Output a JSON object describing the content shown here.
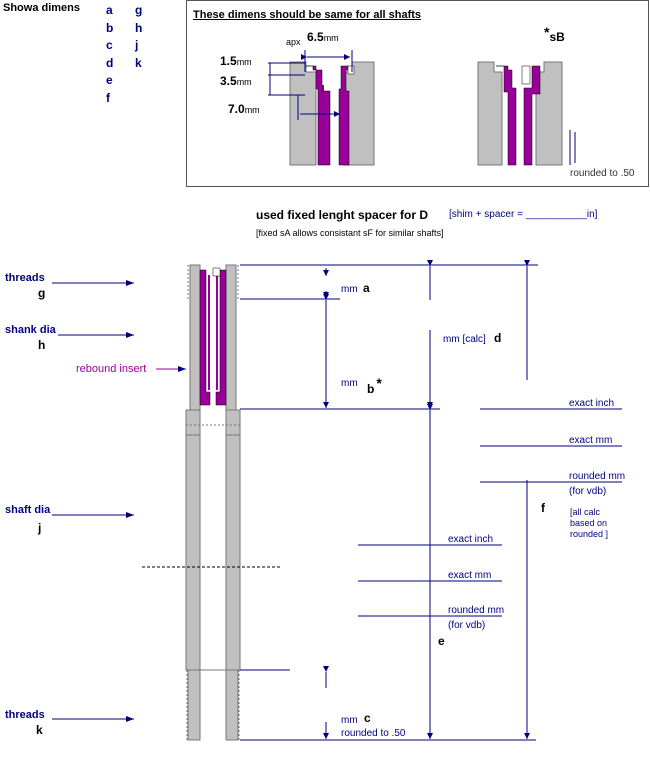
{
  "legend": {
    "title": "Showa  dimens",
    "col1": [
      "a",
      "b",
      "c",
      "d",
      "e",
      "f"
    ],
    "col2": [
      "g",
      "h",
      "j",
      "k"
    ]
  },
  "inset": {
    "heading": "These dimens should be same for all shafts",
    "apx_label": "apx",
    "dim_65": "6.5",
    "dim_15": "1.5",
    "dim_35": "3.5",
    "dim_70": "7.0",
    "unit_mm": "mm",
    "sB_star": "*",
    "sB_label": "sB",
    "rounded_note": "rounded to .50"
  },
  "main": {
    "spacer_title": "used fixed lenght spacer for D",
    "spacer_formula": "[shim + spacer = ___________in]",
    "spacer_note": "[fixed sA allows consistant sF for similar shafts]",
    "left_labels": [
      {
        "name": "threads",
        "letter": "g"
      },
      {
        "name": "shank dia",
        "letter": "h"
      },
      {
        "name": "shaft dia",
        "letter": "j"
      },
      {
        "name": "threads",
        "letter": "k"
      }
    ],
    "rebound_insert": "rebound insert",
    "dim_a": {
      "unit": "mm",
      "letter": "a"
    },
    "dim_b": {
      "unit": "mm",
      "letter": "b",
      "star": "*"
    },
    "dim_c": {
      "unit": "mm",
      "letter": "c",
      "note": "rounded to .50"
    },
    "dim_d": {
      "unit": "mm [calc]",
      "letter": "d"
    },
    "dim_e": {
      "letter": "e"
    },
    "dim_f": {
      "letter": "f",
      "note_lines": [
        "[all calc",
        "based on",
        "rounded ]"
      ]
    },
    "right_upper": {
      "exact_inch": "exact inch",
      "exact_mm": "exact mm",
      "rounded_mm": "rounded mm",
      "for_vdb": "(for vdb)"
    },
    "right_lower": {
      "exact_inch": "exact inch",
      "exact_mm": "exact mm",
      "rounded_mm": "rounded mm",
      "for_vdb": "(for vdb)"
    }
  },
  "colors": {
    "navy": "#00007f",
    "purple": "#990099",
    "shaft_gray": "#c0c0c0",
    "outline": "#000000"
  }
}
